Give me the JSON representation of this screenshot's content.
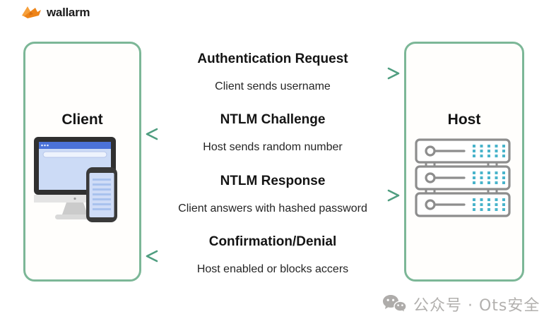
{
  "logo": {
    "text": "wallarm",
    "icon": "wallarm-logo-icon",
    "brand_color": "#ee8418"
  },
  "entities": {
    "client": {
      "label": "Client",
      "icon": "desktop-and-phone-icon"
    },
    "host": {
      "label": "Host",
      "icon": "server-stack-icon"
    }
  },
  "steps": [
    {
      "title": "Authentication Request",
      "subtitle": "Client sends username",
      "direction": "right"
    },
    {
      "title": "NTLM Challenge",
      "subtitle": "Host sends random number",
      "direction": "left"
    },
    {
      "title": "NTLM Response",
      "subtitle": "Client answers with hashed password",
      "direction": "right"
    },
    {
      "title": "Confirmation/Denial",
      "subtitle": "Host enabled or blocks accers",
      "direction": "left"
    }
  ],
  "watermark": {
    "icon": "wechat-icon",
    "text": "公众号 · Ots安全",
    "color": "#b2b0ae"
  },
  "colors": {
    "box_border_green": "#7cb797",
    "arrow_green": "#4f9e80",
    "arrow_fade": "#e3ece5",
    "screen_blue": "#ccdbf6",
    "titlebar_blue": "#4b72d8",
    "server_gray": "#8d8d8d",
    "server_led_teal": "#49b4cb"
  }
}
